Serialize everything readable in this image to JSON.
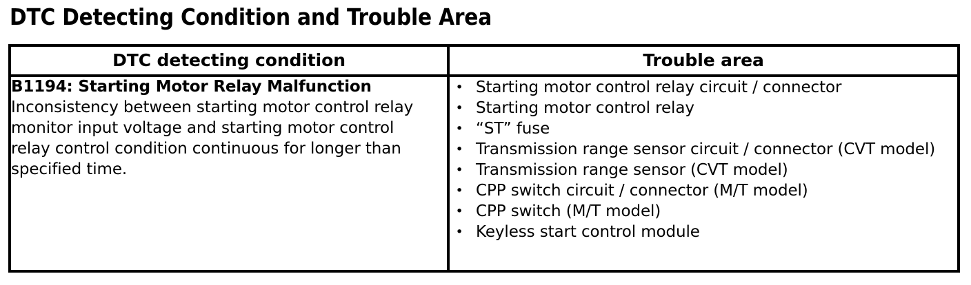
{
  "page": {
    "title": "DTC Detecting Condition and Trouble Area"
  },
  "table": {
    "headers": {
      "condition": "DTC detecting condition",
      "trouble_area": "Trouble area"
    },
    "row": {
      "condition": {
        "code_title": "B1194: Starting Motor Relay Malfunction",
        "description": "Inconsistency between starting motor control relay monitor input voltage and starting motor control relay control condition continuous for longer than specified time."
      },
      "trouble_area": {
        "bullet_glyph": "•",
        "items": [
          "Starting motor control relay circuit / connector",
          "Starting motor control relay",
          "“ST” fuse",
          "Transmission range sensor circuit / connector (CVT model)",
          "Transmission range sensor (CVT model)",
          "CPP switch circuit / connector (M/T model)",
          "CPP switch (M/T model)",
          "Keyless start control module"
        ]
      }
    }
  },
  "colors": {
    "text": "#000000",
    "background": "#ffffff",
    "border": "#000000"
  }
}
